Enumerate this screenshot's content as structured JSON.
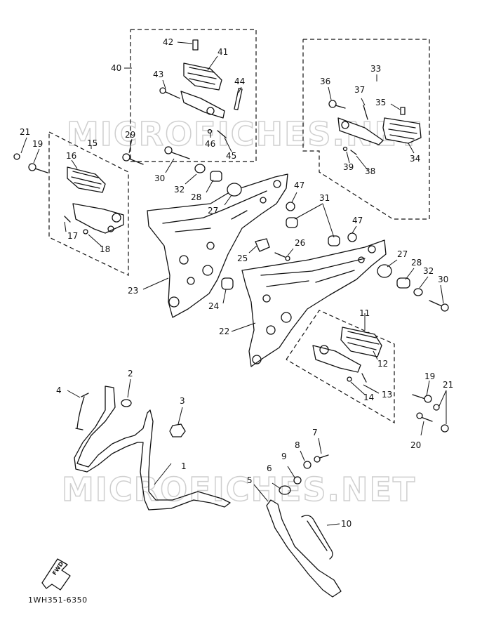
{
  "diagram": {
    "watermark": "MICROFICHES.NET",
    "part_code": "1WH351-6350",
    "fwd_label": "FWD",
    "callouts": {
      "c1": "1",
      "c2": "2",
      "c3": "3",
      "c4": "4",
      "c5": "5",
      "c6": "6",
      "c7": "7",
      "c8": "8",
      "c9": "9",
      "c10": "10",
      "c11": "11",
      "c12": "12",
      "c13": "13",
      "c14": "14",
      "c15": "15",
      "c16": "16",
      "c17": "17",
      "c18": "18",
      "c19a": "19",
      "c19b": "19",
      "c20": "20",
      "c21a": "21",
      "c21b": "21",
      "c22": "22",
      "c23": "23",
      "c24": "24",
      "c25": "25",
      "c26": "26",
      "c27a": "27",
      "c27b": "27",
      "c28a": "28",
      "c28b": "28",
      "c29": "29",
      "c30a": "30",
      "c30b": "30",
      "c31": "31",
      "c32a": "32",
      "c32b": "32",
      "c33": "33",
      "c34": "34",
      "c35": "35",
      "c36": "36",
      "c37": "37",
      "c38": "38",
      "c39": "39",
      "c40": "40",
      "c41": "41",
      "c42": "42",
      "c43": "43",
      "c44": "44",
      "c45": "45",
      "c46": "46",
      "c47a": "47",
      "c47b": "47"
    }
  }
}
